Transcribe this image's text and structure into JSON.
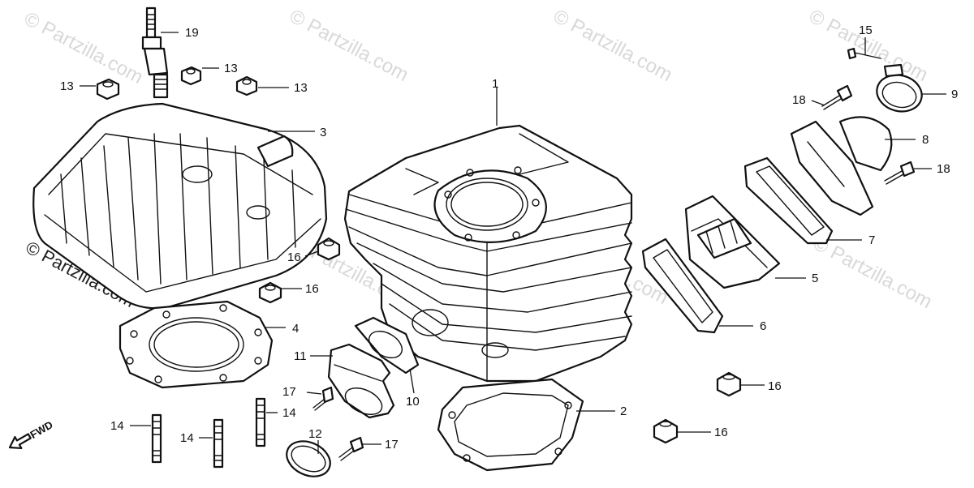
{
  "watermark": "© Partzilla.com",
  "fwd_label": "FWD",
  "callouts": [
    {
      "id": "c1",
      "text": "1"
    },
    {
      "id": "c2",
      "text": "2"
    },
    {
      "id": "c3",
      "text": "3"
    },
    {
      "id": "c4",
      "text": "4"
    },
    {
      "id": "c5",
      "text": "5"
    },
    {
      "id": "c6",
      "text": "6"
    },
    {
      "id": "c7",
      "text": "7"
    },
    {
      "id": "c8",
      "text": "8"
    },
    {
      "id": "c9",
      "text": "9"
    },
    {
      "id": "c10",
      "text": "10"
    },
    {
      "id": "c11",
      "text": "11"
    },
    {
      "id": "c12",
      "text": "12"
    },
    {
      "id": "c13a",
      "text": "13"
    },
    {
      "id": "c13b",
      "text": "13"
    },
    {
      "id": "c13c",
      "text": "13"
    },
    {
      "id": "c14a",
      "text": "14"
    },
    {
      "id": "c14b",
      "text": "14"
    },
    {
      "id": "c14c",
      "text": "14"
    },
    {
      "id": "c15",
      "text": "15"
    },
    {
      "id": "c16a",
      "text": "16"
    },
    {
      "id": "c16b",
      "text": "16"
    },
    {
      "id": "c16c",
      "text": "16"
    },
    {
      "id": "c16d",
      "text": "16"
    },
    {
      "id": "c17a",
      "text": "17"
    },
    {
      "id": "c17b",
      "text": "17"
    },
    {
      "id": "c18a",
      "text": "18"
    },
    {
      "id": "c18b",
      "text": "18"
    },
    {
      "id": "c19",
      "text": "19"
    }
  ]
}
